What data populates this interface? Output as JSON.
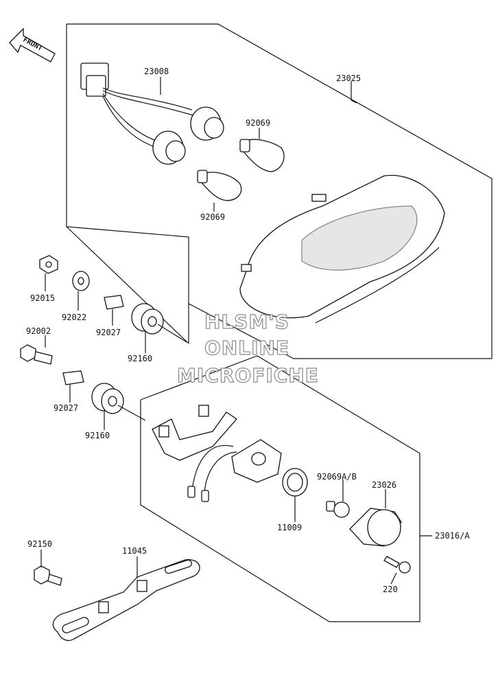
{
  "front_arrow": {
    "label": "FRONT",
    "icon": "front-arrow-icon"
  },
  "watermark": [
    "HLSM'S",
    "ONLINE",
    "MICROFICHE"
  ],
  "part_labels": {
    "p23008": "23008",
    "p23025": "23025",
    "p92069_top": "92069",
    "p92069_bottom": "92069",
    "p92015": "92015",
    "p92022": "92022",
    "p92027_a": "92027",
    "p92160_a": "92160",
    "p92002": "92002",
    "p92027_b": "92027",
    "p92160_b": "92160",
    "p92069AB": "92069A/B",
    "p23026": "23026",
    "p11009": "11009",
    "p23016A": "23016/A",
    "p220": "220",
    "p92150": "92150",
    "p11045": "11045"
  }
}
